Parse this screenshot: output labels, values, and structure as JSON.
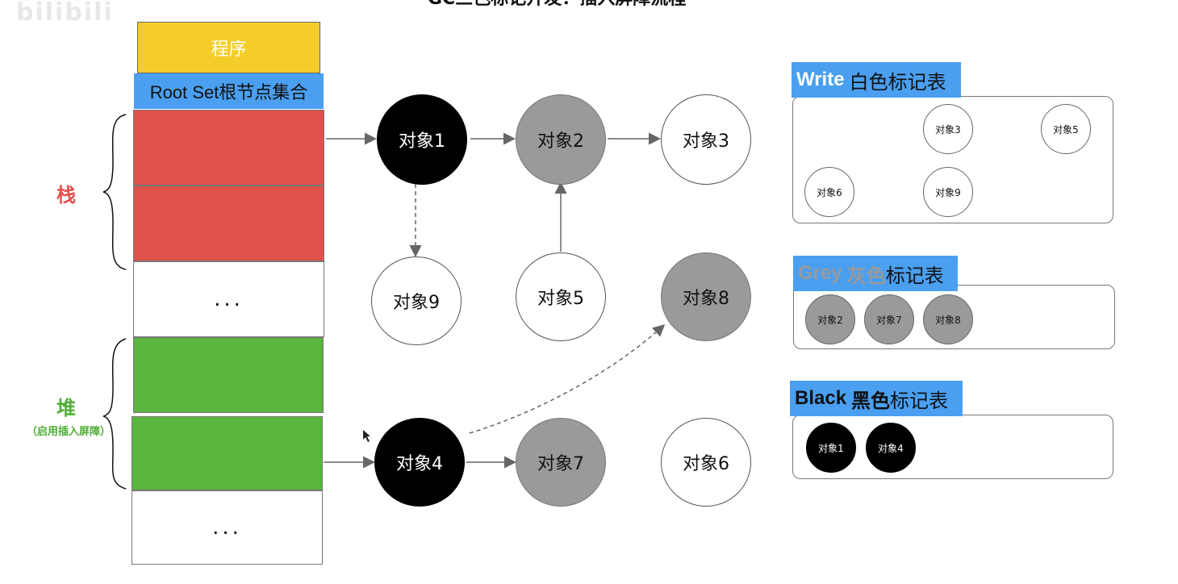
{
  "header": {
    "title": "GC三色标记开发：插入屏障流程",
    "watermark": "bilibili"
  },
  "memory": {
    "program": "程序",
    "root_set": "Root Set根节点集合",
    "stack_label": "栈",
    "heap_label": "堆",
    "heap_note": "（启用插入屏障）",
    "ellipsis": "..."
  },
  "nodes": {
    "obj1": "对象1",
    "obj2": "对象2",
    "obj3": "对象3",
    "obj9": "对象9",
    "obj5": "对象5",
    "obj8": "对象8",
    "obj4": "对象4",
    "obj7": "对象7",
    "obj6": "对象6"
  },
  "tables": {
    "white": {
      "title_en": "Write",
      "title_cn": "白色标记表",
      "items": [
        "对象3",
        "对象5",
        "对象6",
        "对象9"
      ]
    },
    "grey": {
      "title_en": "Grey",
      "title_cn_grey": "灰色",
      "title_cn": "标记表",
      "items": [
        "对象2",
        "对象7",
        "对象8"
      ]
    },
    "black": {
      "title_en": "Black",
      "title_cn_bold": "黑色",
      "title_cn": "标记表",
      "items": [
        "对象1",
        "对象4"
      ]
    }
  },
  "colors": {
    "program": "#f5cd2a",
    "root_set": "#4a9ff0",
    "stack": "#e0514c",
    "heap": "#5ab43e",
    "black": "#000000",
    "grey": "#9a9a9a",
    "white": "#ffffff"
  }
}
